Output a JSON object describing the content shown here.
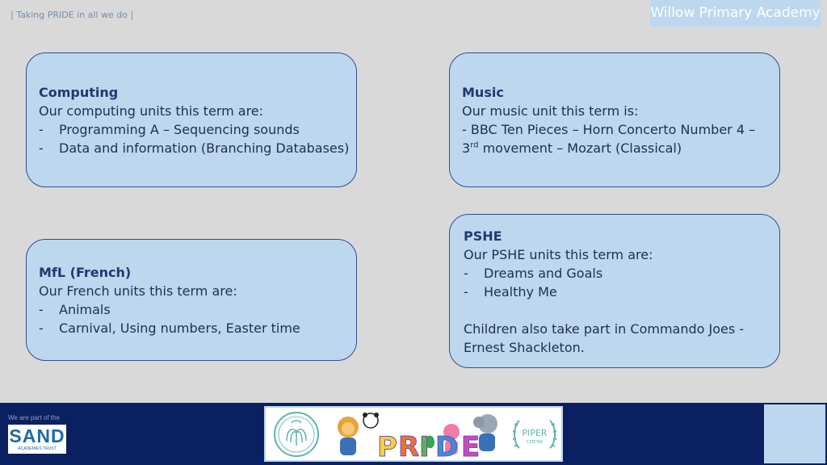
{
  "header": {
    "tagline": "| Taking PRIDE in all we do |",
    "school_name": "Willow Primary Academy"
  },
  "cards": {
    "computing": {
      "title": "Computing",
      "intro": "Our computing units this term are:",
      "items": [
        "Programming A – Sequencing sounds",
        "Data and information (Branching Databases)"
      ]
    },
    "music": {
      "title": "Music",
      "intro": "Our music unit this term is:",
      "line1": "- BBC Ten Pieces – Horn Concerto Number 4 –",
      "line2_num": "3",
      "line2_sup": "rd",
      "line2_rest": " movement – Mozart (Classical)"
    },
    "french": {
      "title": "MfL (French)",
      "intro": "Our French units this term are:",
      "items": [
        "Animals",
        "Carnival, Using numbers, Easter time"
      ]
    },
    "pshe": {
      "title": "PSHE",
      "intro": "Our PSHE units this term are:",
      "items": [
        "Dreams and Goals",
        "Healthy Me"
      ],
      "note_line1": "Children also take part in Commando Joes -",
      "note_line2": "Ernest Shackleton."
    }
  },
  "footer": {
    "part_of": "We are part of the",
    "trust_name": "SAND",
    "trust_sub": "ACADEMIES TRUST",
    "pride_letters": [
      "P",
      "R",
      "I",
      "D",
      "E"
    ],
    "piper_text": "PIPER",
    "piper_small": "CENTRE"
  },
  "colors": {
    "background": "#d9d9d9",
    "card_fill": "#bdd7ee",
    "card_border": "#2f4f8f",
    "footer": "#0b2060"
  }
}
